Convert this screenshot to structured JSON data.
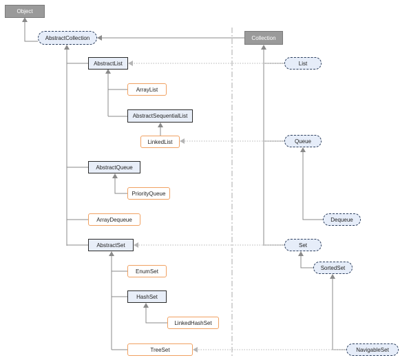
{
  "nodes": {
    "object": "Object",
    "abstract_collection": "AbstractCollection",
    "collection": "Collection",
    "abstract_list": "AbstractList",
    "list": "List",
    "array_list": "ArrayList",
    "abstract_sequential_list": "AbstractSequentialList",
    "linked_list": "LinkedList",
    "queue": "Queue",
    "abstract_queue": "AbstractQueue",
    "priority_queue": "PriorityQueue",
    "array_dequeue": "ArrayDequeue",
    "dequeue": "Dequeue",
    "abstract_set": "AbstractSet",
    "set": "Set",
    "sorted_set": "SortedSet",
    "enum_set": "EnumSet",
    "hash_set": "HashSet",
    "linked_hash_set": "LinkedHashSet",
    "tree_set": "TreeSet",
    "navigable_set": "NavigableSet"
  },
  "colors": {
    "root_fill": "#9a9a9a",
    "abstract_fill": "#e8eef8",
    "interface_fill": "#e6edf9",
    "implementation_border": "#f0a060",
    "edge": "#777777"
  }
}
